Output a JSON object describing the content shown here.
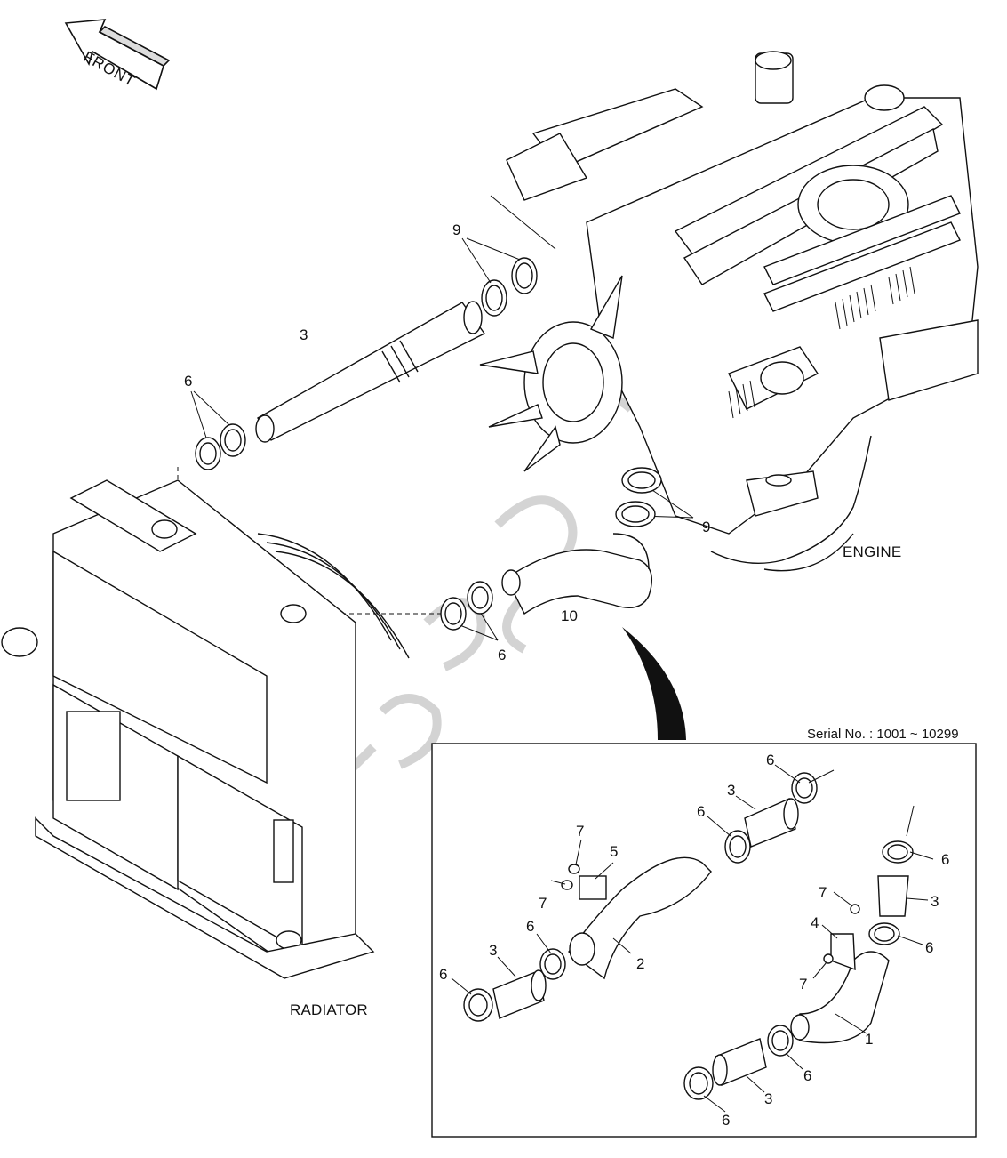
{
  "labels": {
    "front": "FRONT",
    "engine": "ENGINE",
    "radiator": "RADIATOR",
    "serial": "Serial No. : 1001 ~ 10299"
  },
  "callouts": {
    "c9_top": "9",
    "c3_top": "3",
    "c6_top": "6",
    "c9_mid": "9",
    "c10": "10",
    "c6_mid": "6",
    "inset_c6_a": "6",
    "inset_c3_a": "3",
    "inset_c6_b": "6",
    "inset_c7_a": "7",
    "inset_c5": "5",
    "inset_c7_b": "7",
    "inset_c6_c": "6",
    "inset_c3_b": "3",
    "inset_c2": "2",
    "inset_c6_d": "6",
    "inset_c6_e": "6",
    "inset_c3_c": "3",
    "inset_c6_f": "6",
    "inset_c7_c": "7",
    "inset_c4": "4",
    "inset_c7_d": "7",
    "inset_c1": "1",
    "inset_c6_g": "6",
    "inset_c3_d": "3",
    "inset_c6_h": "6"
  },
  "colors": {
    "line": "#111111",
    "watermark": "#c8c8c8",
    "background": "#ffffff"
  }
}
